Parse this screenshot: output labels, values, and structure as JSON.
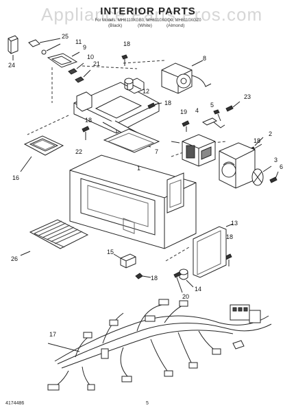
{
  "watermark": "Appliance Parts Pros.com",
  "title": "INTERIOR PARTS",
  "subtitle": "For Models: MH6110XGB0, MH6110XGQ0, MH6110XGZ0",
  "variants": [
    "(Black)",
    "(White)",
    "(Almond)"
  ],
  "callouts": [
    "1",
    "2",
    "3",
    "4",
    "5",
    "6",
    "7",
    "8",
    "9",
    "10",
    "11",
    "12",
    "13",
    "14",
    "15",
    "16",
    "17",
    "18",
    "18",
    "18",
    "18",
    "18",
    "18",
    "19",
    "20",
    "21",
    "22",
    "23",
    "24",
    "25",
    "26"
  ],
  "footer": {
    "doc_number": "4174486",
    "page": "5"
  }
}
